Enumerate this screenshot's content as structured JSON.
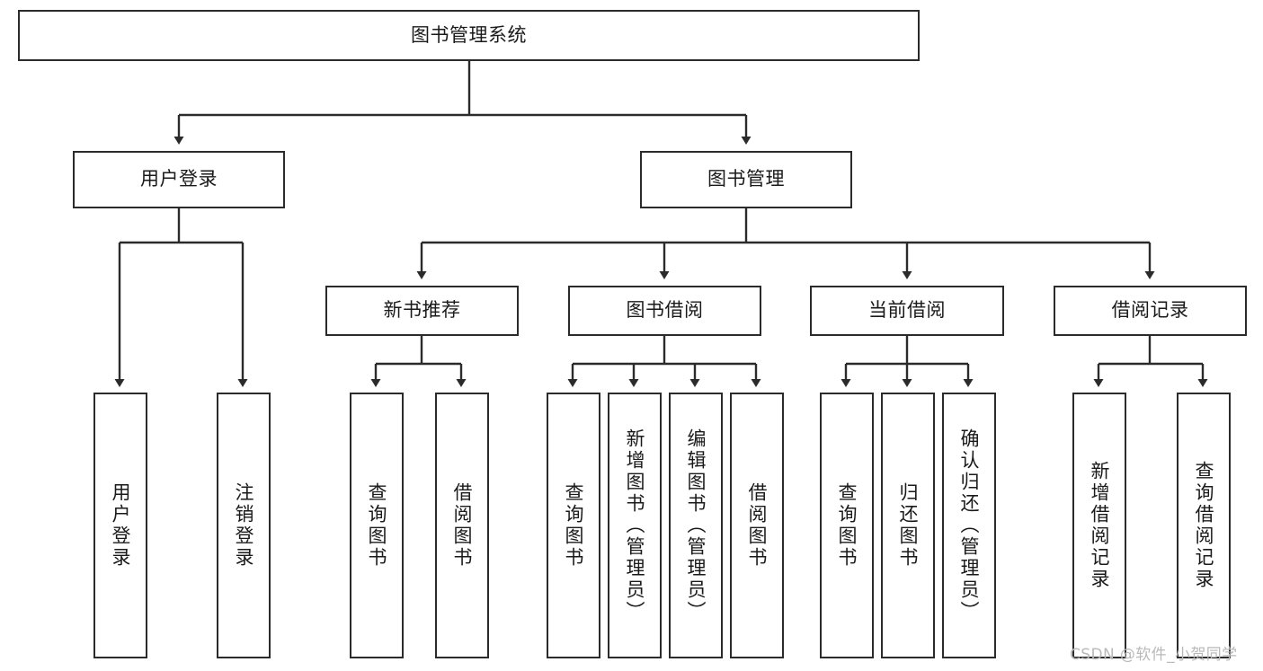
{
  "diagram": {
    "title": "图书管理系统",
    "type": "hierarchy-tree",
    "colors": {
      "box_border": "#2b2b2b",
      "box_fill": "#ffffff",
      "line": "#2b2b2b",
      "text": "#1a1a1a",
      "watermark": "#b9b9b9"
    },
    "levels": {
      "level1": [
        {
          "id": "root",
          "label": "图书管理系统"
        }
      ],
      "level2": [
        {
          "id": "user-login",
          "label": "用户登录"
        },
        {
          "id": "book-management",
          "label": "图书管理"
        }
      ],
      "level3": [
        {
          "id": "new-book-recommend",
          "label": "新书推荐"
        },
        {
          "id": "book-borrow",
          "label": "图书借阅"
        },
        {
          "id": "current-borrow",
          "label": "当前借阅"
        },
        {
          "id": "borrow-record",
          "label": "借阅记录"
        }
      ],
      "level4": [
        {
          "id": "leaf-user-login",
          "label": "用户登录",
          "parent": "user-login"
        },
        {
          "id": "leaf-logout-login",
          "label": "注销登录",
          "parent": "user-login"
        },
        {
          "id": "leaf-query-book-1",
          "label": "查询图书",
          "parent": "new-book-recommend"
        },
        {
          "id": "leaf-borrow-book-1",
          "label": "借阅图书",
          "parent": "new-book-recommend"
        },
        {
          "id": "leaf-query-book-2",
          "label": "查询图书",
          "parent": "book-borrow"
        },
        {
          "id": "leaf-add-book",
          "label": "新增图书（管理员）",
          "parent": "book-borrow"
        },
        {
          "id": "leaf-edit-book",
          "label": "编辑图书（管理员）",
          "parent": "book-borrow"
        },
        {
          "id": "leaf-borrow-book-2",
          "label": "借阅图书",
          "parent": "book-borrow"
        },
        {
          "id": "leaf-query-book-3",
          "label": "查询图书",
          "parent": "current-borrow"
        },
        {
          "id": "leaf-return-book",
          "label": "归还图书",
          "parent": "current-borrow"
        },
        {
          "id": "leaf-confirm-return",
          "label": "确认归还（管理员）",
          "parent": "current-borrow"
        },
        {
          "id": "leaf-add-record",
          "label": "新增借阅记录",
          "parent": "borrow-record"
        },
        {
          "id": "leaf-query-record",
          "label": "查询借阅记录",
          "parent": "borrow-record"
        }
      ]
    },
    "watermark": "CSDN @软件_小贺同学"
  }
}
